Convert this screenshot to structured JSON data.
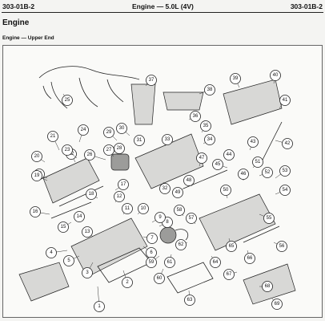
{
  "header": {
    "left_code": "303-01B-2",
    "center_title": "Engine — 5.0L (4V)",
    "right_code": "303-01B-2"
  },
  "section": {
    "title": "Engine",
    "subtitle": "Engine — Upper End"
  },
  "callouts": [
    {
      "label": "1"
    },
    {
      "label": "2"
    },
    {
      "label": "3"
    },
    {
      "label": "4"
    },
    {
      "label": "5"
    },
    {
      "label": "6"
    },
    {
      "label": "7"
    },
    {
      "label": "8"
    },
    {
      "label": "9"
    },
    {
      "label": "10"
    },
    {
      "label": "11"
    },
    {
      "label": "12"
    },
    {
      "label": "13"
    },
    {
      "label": "14"
    },
    {
      "label": "15"
    },
    {
      "label": "16"
    },
    {
      "label": "16"
    },
    {
      "label": "17"
    },
    {
      "label": "18"
    },
    {
      "label": "19"
    },
    {
      "label": "20"
    },
    {
      "label": "21"
    },
    {
      "label": "22"
    },
    {
      "label": "23"
    },
    {
      "label": "24"
    },
    {
      "label": "25"
    },
    {
      "label": "26"
    },
    {
      "label": "27"
    },
    {
      "label": "28"
    },
    {
      "label": "29"
    },
    {
      "label": "30"
    },
    {
      "label": "31"
    },
    {
      "label": "32"
    },
    {
      "label": "33"
    },
    {
      "label": "34"
    },
    {
      "label": "35"
    },
    {
      "label": "36"
    },
    {
      "label": "37"
    },
    {
      "label": "38"
    },
    {
      "label": "39"
    },
    {
      "label": "40"
    },
    {
      "label": "41"
    },
    {
      "label": "42"
    },
    {
      "label": "43"
    },
    {
      "label": "44"
    },
    {
      "label": "45"
    },
    {
      "label": "46"
    },
    {
      "label": "47"
    },
    {
      "label": "48"
    },
    {
      "label": "49"
    },
    {
      "label": "50"
    },
    {
      "label": "51"
    },
    {
      "label": "52"
    },
    {
      "label": "53"
    },
    {
      "label": "54"
    },
    {
      "label": "55"
    },
    {
      "label": "56"
    },
    {
      "label": "57"
    },
    {
      "label": "58"
    },
    {
      "label": "59"
    },
    {
      "label": "60"
    },
    {
      "label": "61"
    },
    {
      "label": "62"
    },
    {
      "label": "63"
    },
    {
      "label": "64"
    },
    {
      "label": "65"
    },
    {
      "label": "66"
    },
    {
      "label": "67"
    },
    {
      "label": "68"
    },
    {
      "label": "69"
    }
  ]
}
